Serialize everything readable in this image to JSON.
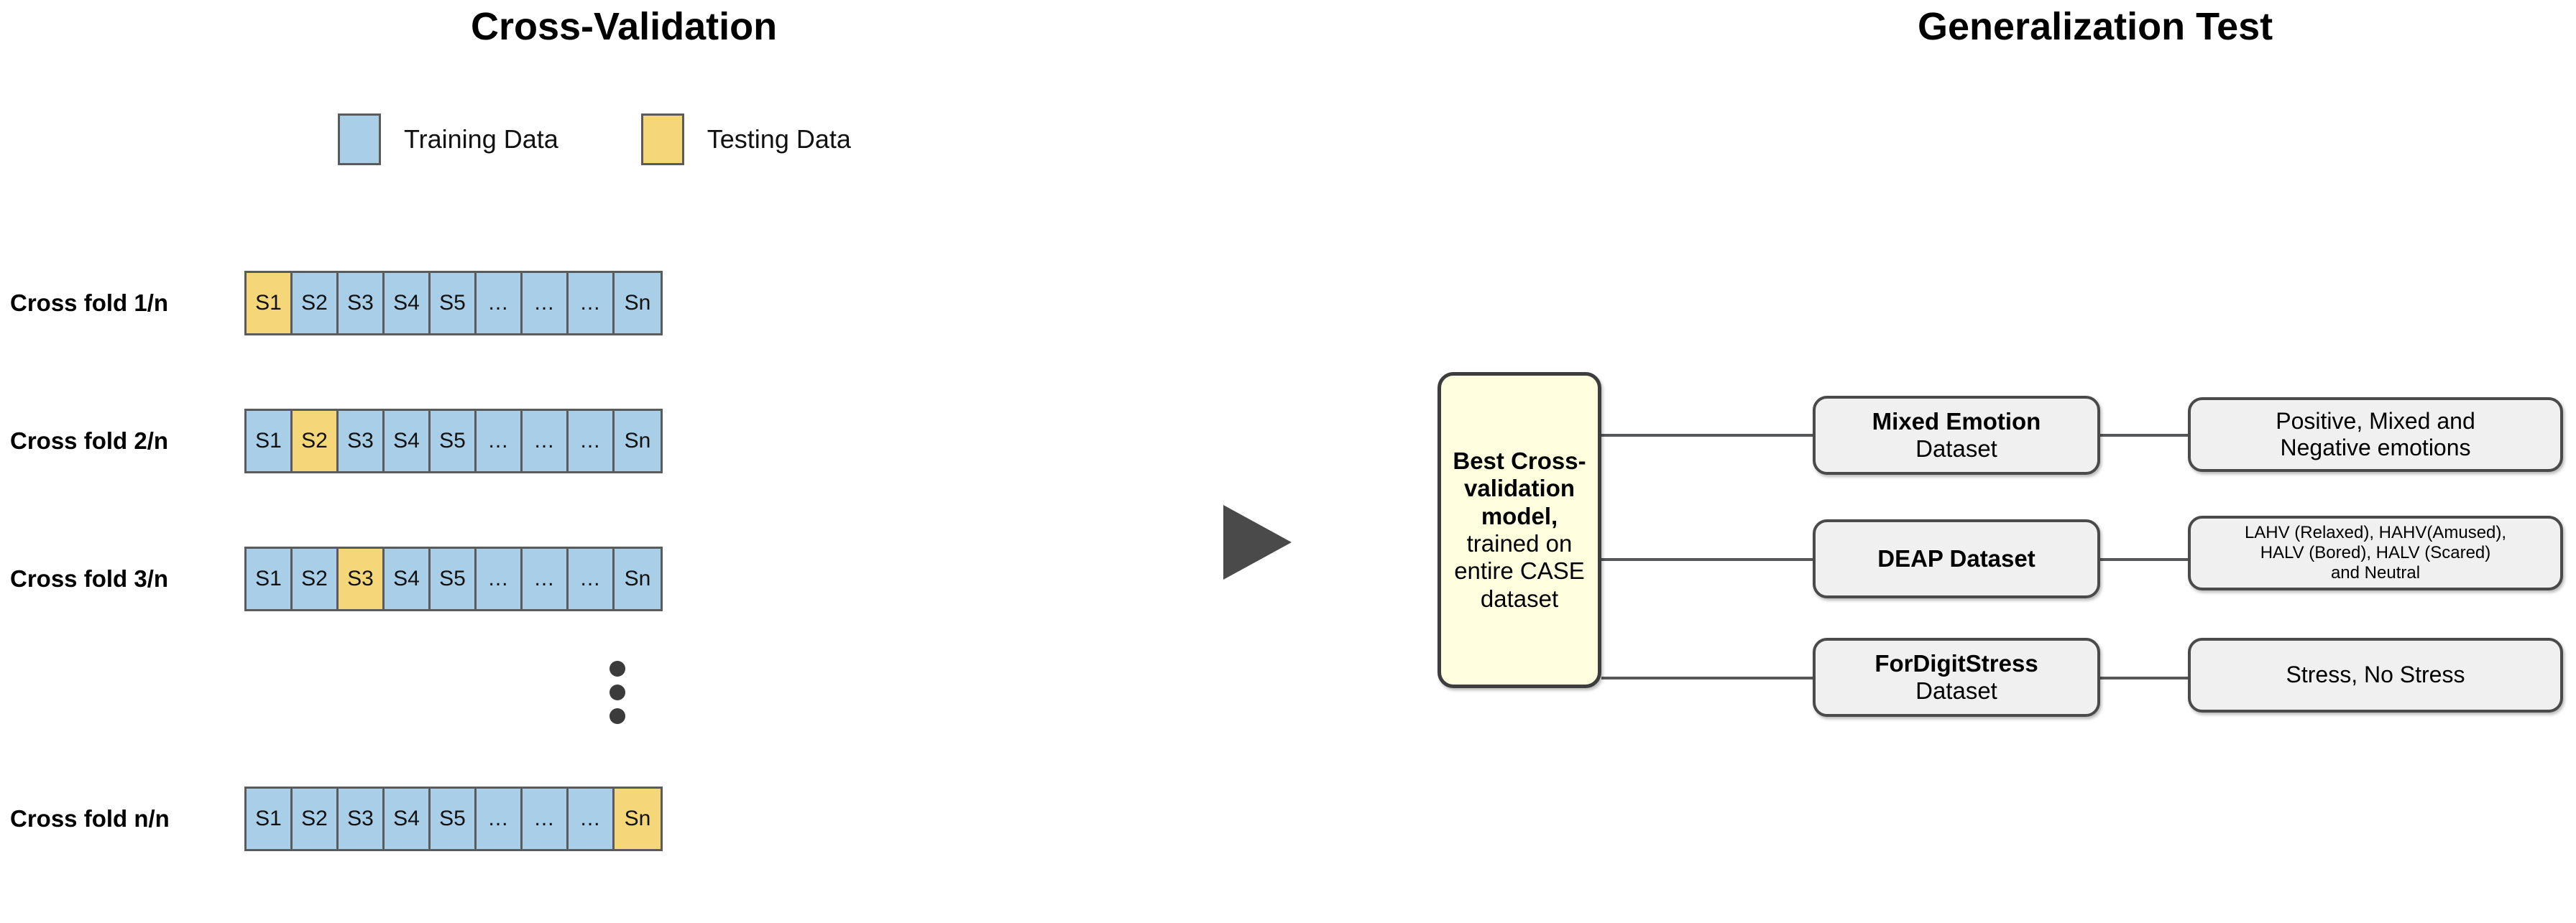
{
  "panels": {
    "cross_validation": {
      "title": "Cross-Validation",
      "legend": [
        {
          "label": "Training Data",
          "color": "#a8cee8",
          "kind": "training"
        },
        {
          "label": "Testing Data",
          "color": "#f5d77a",
          "kind": "testing"
        }
      ],
      "cell_labels": [
        "S1",
        "S2",
        "S3",
        "S4",
        "S5",
        "...",
        "...",
        "...",
        "Sn"
      ],
      "folds": [
        {
          "label": "Cross fold 1/n",
          "testing_index": 0
        },
        {
          "label": "Cross fold 2/n",
          "testing_index": 1
        },
        {
          "label": "Cross fold 3/n",
          "testing_index": 2
        },
        {
          "label": "Cross fold n/n",
          "testing_index": 8
        }
      ],
      "ellipsis": "vertical-three-dots"
    },
    "arrow": {
      "icon": "right-triangle-arrow-icon",
      "color": "#4a4a4a"
    },
    "generalization_test": {
      "title": "Generalization Test",
      "model_box": {
        "bold_text": "Best Cross-validation model,",
        "regular_text": "trained on entire CASE dataset",
        "color": "#ffffe0"
      },
      "rows": [
        {
          "dataset_name": "Mixed Emotion",
          "dataset_sub": "Dataset",
          "outcome_lines": [
            "Positive, Mixed and",
            "Negative emotions"
          ]
        },
        {
          "dataset_name": "DEAP Dataset",
          "dataset_sub": "",
          "outcome_lines": [
            "LAHV (Relaxed), HAHV(Amused),",
            "HALV (Bored), HALV (Scared)",
            "and Neutral"
          ]
        },
        {
          "dataset_name": "ForDigitStress",
          "dataset_sub": "Dataset",
          "outcome_lines": [
            "Stress, No Stress"
          ]
        }
      ]
    }
  },
  "colors": {
    "training_blue": "#a8cee8",
    "testing_yellow": "#f5d77a",
    "model_yellow": "#ffffe0",
    "box_gray": "#f0f0f0",
    "stroke_gray": "#4a4a4a",
    "arrow_gray": "#4a4a4a"
  }
}
